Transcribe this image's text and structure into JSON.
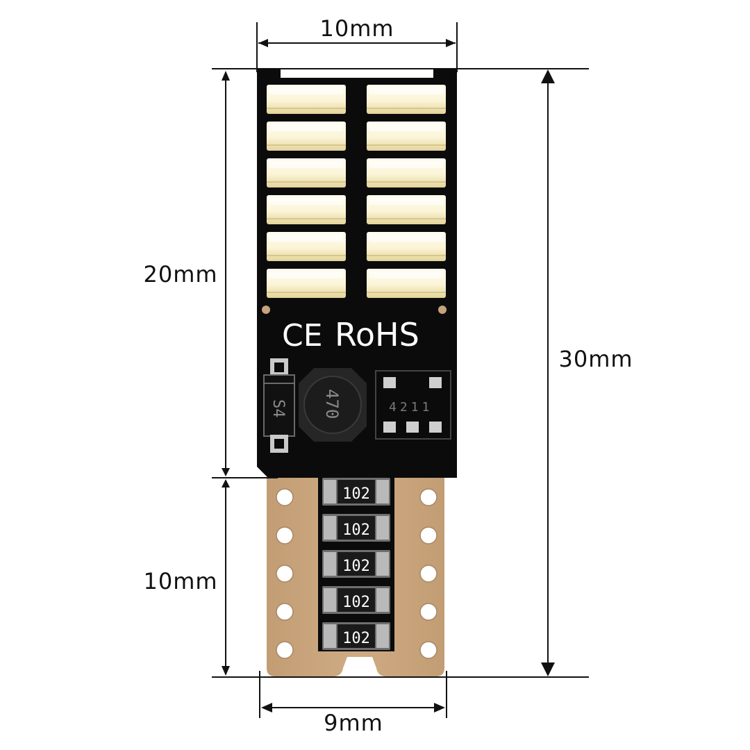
{
  "dimensions": {
    "top_width": "10mm",
    "led_section_height": "20mm",
    "base_height": "10mm",
    "total_height": "30mm",
    "base_width": "9mm"
  },
  "markings": {
    "ce": "CE",
    "rohs": "RoHS",
    "diode_code": "S4",
    "inductor_code": "470",
    "ic_code": "4211",
    "resistor_code": "102"
  },
  "colors": {
    "pcb": "#0b0b0b",
    "led": "#fbf7e4",
    "led_shade": "#e6d9a6",
    "copper": "#c7a27a",
    "line": "#111111"
  },
  "leds": {
    "rows": 6,
    "columns": 2
  },
  "resistors": {
    "count": 5
  }
}
